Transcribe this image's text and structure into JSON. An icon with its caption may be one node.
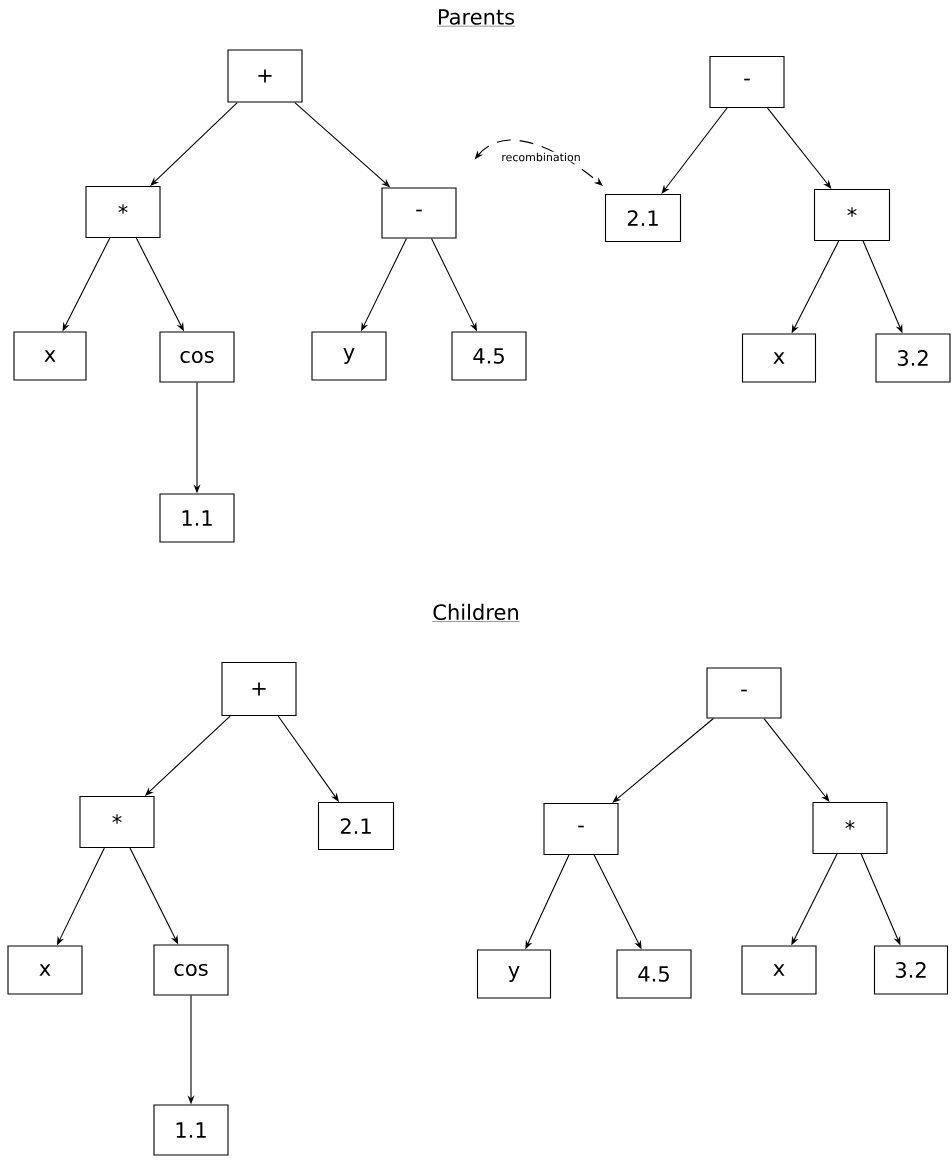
{
  "diagram": {
    "title": "Parents",
    "nodes": [
      {
        "text": [
          "+"
        ]
      },
      {
        "text": [
          "*"
        ]
      },
      {
        "text": [
          "-"
        ]
      },
      {
        "text": [
          "x"
        ]
      },
      {
        "text": [
          "cos"
        ]
      },
      {
        "text": [
          "y"
        ]
      },
      {
        "text": [
          "4.5"
        ]
      },
      {
        "text": [
          "1.1"
        ]
      },
      {
        "text": [
          "-"
        ]
      },
      {
        "text": [
          "2.1"
        ]
      },
      {
        "text": [
          "*"
        ]
      },
      {
        "text": [
          "x"
        ]
      },
      {
        "text": [
          "3.2"
        ]
      },
      {
        "text": [
          "+"
        ]
      },
      {
        "text": [
          "*"
        ]
      },
      {
        "text": [
          "2.1"
        ]
      },
      {
        "text": [
          "x"
        ]
      },
      {
        "text": [
          "cos"
        ]
      },
      {
        "text": [
          "1.1"
        ]
      },
      {
        "text": [
          "-"
        ]
      },
      {
        "text": [
          "-"
        ]
      },
      {
        "text": [
          "*"
        ]
      },
      {
        "text": [
          "y"
        ]
      },
      {
        "text": [
          "4.5"
        ]
      },
      {
        "text": [
          "x"
        ]
      },
      {
        "text": [
          "3.2"
        ]
      }
    ],
    "edges": [
      {
        "from": 0,
        "to": 1,
        "arrow": "to"
      },
      {
        "from": 0,
        "to": 2,
        "arrow": "to"
      },
      {
        "from": 1,
        "to": 3,
        "arrow": "to"
      },
      {
        "from": 1,
        "to": 4,
        "arrow": "to"
      },
      {
        "from": 4,
        "to": 7,
        "arrow": "to"
      },
      {
        "from": 2,
        "to": 5,
        "arrow": "to"
      },
      {
        "from": 2,
        "to": 6,
        "arrow": "to"
      },
      {
        "from": 8,
        "to": 9,
        "arrow": "to"
      },
      {
        "from": 8,
        "to": 10,
        "arrow": "to"
      },
      {
        "from": 10,
        "to": 11,
        "arrow": "to"
      },
      {
        "from": 10,
        "to": 12,
        "arrow": "to"
      },
      {
        "from": 2,
        "to": 9,
        "arrow": "both",
        "style": "dashed",
        "label": "recombination"
      },
      {
        "from": 13,
        "to": 14,
        "arrow": "to"
      },
      {
        "from": 13,
        "to": 15,
        "arrow": "to"
      },
      {
        "from": 14,
        "to": 16,
        "arrow": "to"
      },
      {
        "from": 14,
        "to": 17,
        "arrow": "to"
      },
      {
        "from": 17,
        "to": 18,
        "arrow": "to"
      },
      {
        "from": 19,
        "to": 20,
        "arrow": "to"
      },
      {
        "from": 19,
        "to": 21,
        "arrow": "to"
      },
      {
        "from": 20,
        "to": 22,
        "arrow": "to"
      },
      {
        "from": 20,
        "to": 23,
        "arrow": "to"
      },
      {
        "from": 21,
        "to": 24,
        "arrow": "to"
      },
      {
        "from": 21,
        "to": 25,
        "arrow": "to"
      }
    ],
    "labels": [
      "Children"
    ]
  }
}
